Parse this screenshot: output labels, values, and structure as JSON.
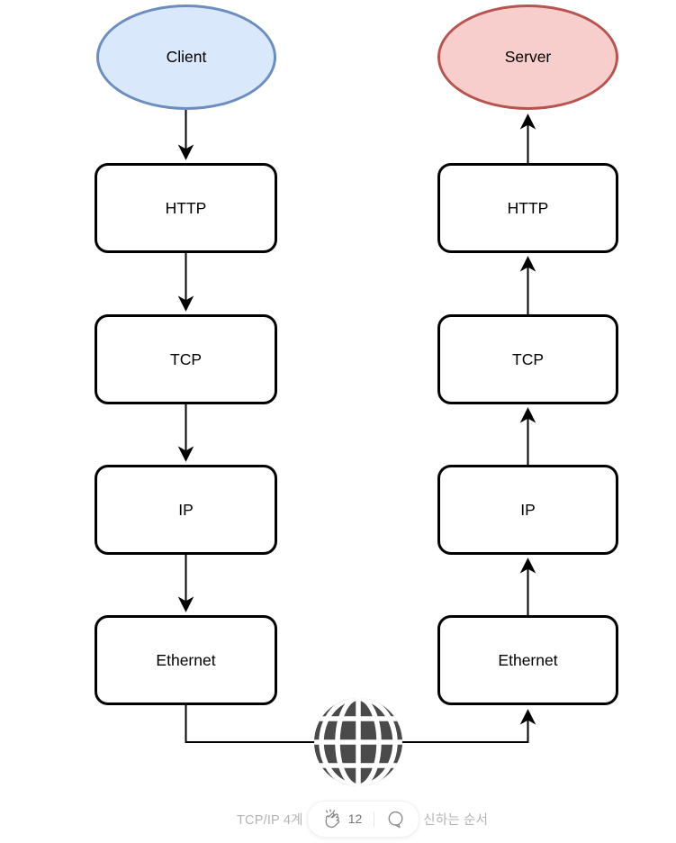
{
  "nodes": {
    "client": "Client",
    "server": "Server"
  },
  "left_stack": [
    "HTTP",
    "TCP",
    "IP",
    "Ethernet"
  ],
  "right_stack": [
    "HTTP",
    "TCP",
    "IP",
    "Ethernet"
  ],
  "footer": {
    "caption_left": "TCP/IP 4계",
    "caption_right": "신하는 순서",
    "clap_count": "12"
  },
  "colors": {
    "client_fill": "#dae8fc",
    "client_border": "#6c8ebf",
    "server_fill": "#f8cecc",
    "server_border": "#b85450",
    "diagram_stroke": "#000000",
    "globe": "#4a4a4a",
    "caption_text": "#b3b3b3"
  },
  "icons": {
    "globe": "globe-icon",
    "clap": "clap-icon",
    "comment": "comment-icon"
  }
}
